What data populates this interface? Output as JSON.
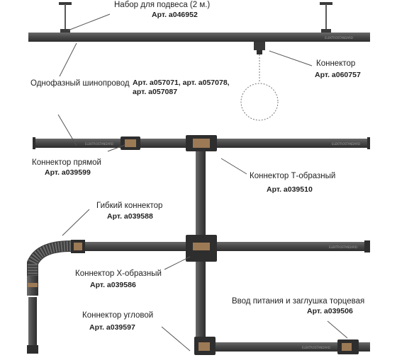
{
  "labels": {
    "suspension_kit": {
      "name": "Набор для подвеса (2 м.)",
      "article": "Арт. a046952"
    },
    "connector": {
      "name": "Коннектор",
      "article": "Арт. a060757"
    },
    "busbar": {
      "name": "Однофазный шинопровод",
      "article_line1": "Арт. a057071, арт. a057078,",
      "article_line2": "арт. a057087"
    },
    "straight_connector": {
      "name": "Коннектор прямой",
      "article": "Арт. a039599"
    },
    "t_connector": {
      "name": "Коннектор Т-образный",
      "article": "Арт. a039510"
    },
    "flexible_connector": {
      "name": "Гибкий коннектор",
      "article": "Арт. a039588"
    },
    "x_connector": {
      "name": "Коннектор Х-образный",
      "article": "Арт. a039586"
    },
    "corner_connector": {
      "name": "Коннектор угловой",
      "article": "Арт. a039597"
    },
    "power_feed": {
      "name": "Ввод питания и заглушка торцевая",
      "article": "Арт. a039506"
    }
  },
  "track_brand_text": "ELEKTROSTANDARD",
  "colors": {
    "track": "#4a4a4a",
    "track_dark": "#2e2e2e",
    "connector_accent": "#9c7a55",
    "leader_line": "#555555"
  }
}
